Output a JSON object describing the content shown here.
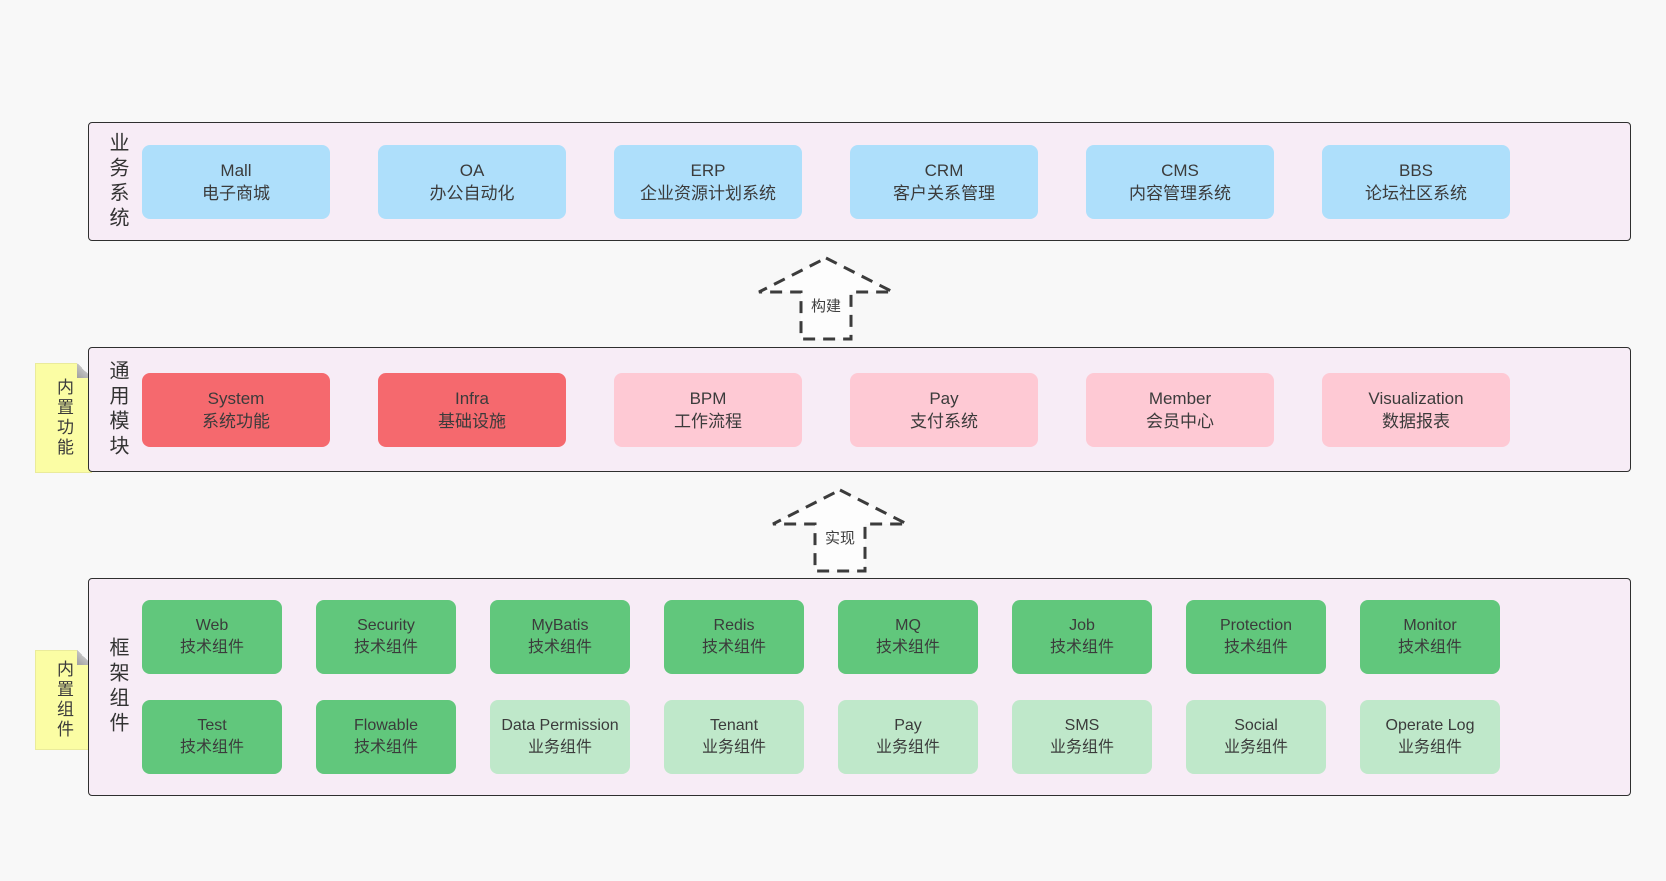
{
  "colors": {
    "page_bg": "#f8f8f8",
    "panel_bg": "#f7ecf6",
    "panel_border": "#2f2f2f",
    "box_blue": "#aedffb",
    "box_red": "#f5696e",
    "box_pink": "#fec9d4",
    "box_green": "#61c77c",
    "box_green_light": "#bfe8ca",
    "sticky_yellow": "#fbfda4",
    "arrow_stroke": "#3c3c3c",
    "text": "#3b3b3b"
  },
  "band_business": {
    "label": "业务系统",
    "boxes": [
      {
        "en": "Mall",
        "zh": "电子商城"
      },
      {
        "en": "OA",
        "zh": "办公自动化"
      },
      {
        "en": "ERP",
        "zh": "企业资源计划系统"
      },
      {
        "en": "CRM",
        "zh": "客户关系管理"
      },
      {
        "en": "CMS",
        "zh": "内容管理系统"
      },
      {
        "en": "BBS",
        "zh": "论坛社区系统"
      }
    ]
  },
  "arrow_build": {
    "label": "构建"
  },
  "band_modules": {
    "label": "通用模块",
    "sticky": "内置功能",
    "boxes": [
      {
        "en": "System",
        "zh": "系统功能"
      },
      {
        "en": "Infra",
        "zh": "基础设施"
      },
      {
        "en": "BPM",
        "zh": "工作流程"
      },
      {
        "en": "Pay",
        "zh": "支付系统"
      },
      {
        "en": "Member",
        "zh": "会员中心"
      },
      {
        "en": "Visualization",
        "zh": "数据报表"
      }
    ]
  },
  "arrow_implement": {
    "label": "实现"
  },
  "band_components": {
    "label": "框架组件",
    "sticky": "内置组件",
    "row1": [
      {
        "en": "Web",
        "zh": "技术组件"
      },
      {
        "en": "Security",
        "zh": "技术组件"
      },
      {
        "en": "MyBatis",
        "zh": "技术组件"
      },
      {
        "en": "Redis",
        "zh": "技术组件"
      },
      {
        "en": "MQ",
        "zh": "技术组件"
      },
      {
        "en": "Job",
        "zh": "技术组件"
      },
      {
        "en": "Protection",
        "zh": "技术组件"
      },
      {
        "en": "Monitor",
        "zh": "技术组件"
      }
    ],
    "row2": [
      {
        "en": "Test",
        "zh": "技术组件"
      },
      {
        "en": "Flowable",
        "zh": "技术组件"
      },
      {
        "en": "Data Permission",
        "zh": "业务组件"
      },
      {
        "en": "Tenant",
        "zh": "业务组件"
      },
      {
        "en": "Pay",
        "zh": "业务组件"
      },
      {
        "en": "SMS",
        "zh": "业务组件"
      },
      {
        "en": "Social",
        "zh": "业务组件"
      },
      {
        "en": "Operate Log",
        "zh": "业务组件"
      }
    ]
  }
}
